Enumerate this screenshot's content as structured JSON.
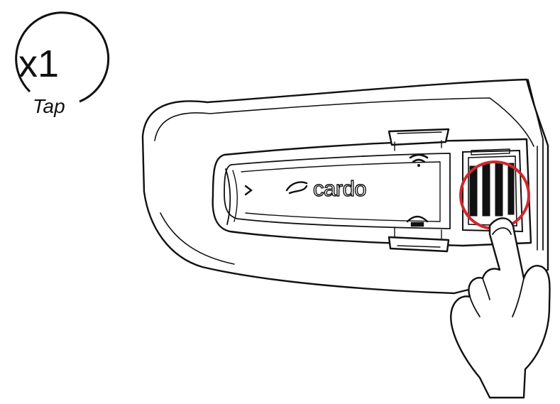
{
  "badge": {
    "count": "x1",
    "action": "Tap"
  },
  "device": {
    "brand": "cardo",
    "next_glyph": ">"
  },
  "colors": {
    "line": "#111111",
    "highlight": "#d0282e",
    "background": "#ffffff"
  },
  "icons": {
    "signal": "wireless-signal-icon",
    "phone": "phone-handset-icon",
    "arrow": "chevron-right-icon",
    "brand": "cardo-logo-icon",
    "hand": "pointing-finger-hand"
  }
}
